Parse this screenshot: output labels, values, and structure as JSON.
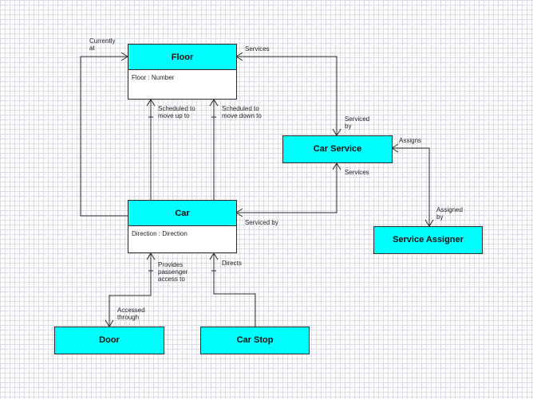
{
  "classes": {
    "floor": {
      "name": "Floor",
      "attribute": "Floor : Number"
    },
    "car": {
      "name": "Car",
      "attribute": "Direction : Direction"
    },
    "car_service": {
      "name": "Car Service"
    },
    "service_assigner": {
      "name": "Service Assigner"
    },
    "door": {
      "name": "Door"
    },
    "car_stop": {
      "name": "Car Stop"
    }
  },
  "associations": {
    "currently_at": "Currently\nat",
    "services_floor": "Services",
    "serviced_by_floor": "Serviced\nby",
    "scheduled_up": "Scheduled to\nmove up to",
    "scheduled_down": "Scheduled to\nmove down to",
    "assigns": "Assigns",
    "assigned_by": "Assigned\nby",
    "services_car": "Services",
    "serviced_by_car": "Serviced by",
    "provides_access": "Provides\npassenger\naccess to",
    "directs": "Directs",
    "accessed_through": "Accessed\nthrough"
  },
  "colors": {
    "class_fill": "#00ffff",
    "line": "#2b2b2b",
    "grid": "#d9dde6"
  }
}
